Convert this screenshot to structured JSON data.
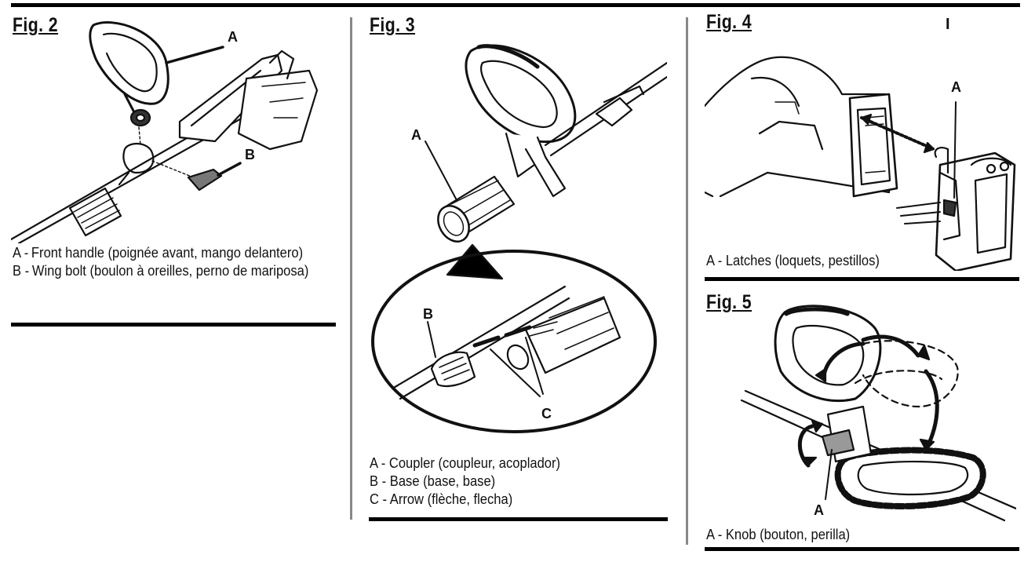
{
  "fig2": {
    "title": "Fig. 2",
    "callouts": {
      "a": "A",
      "b": "B"
    },
    "captions": [
      {
        "key": "A -",
        "text": "Front handle (poignée avant, mango delantero)"
      },
      {
        "key": "B -",
        "text": "Wing bolt (boulon à oreilles, perno de mariposa)"
      }
    ]
  },
  "fig3": {
    "title": "Fig. 3",
    "callouts": {
      "a": "A",
      "b": "B",
      "c": "C"
    },
    "captions": [
      {
        "key": "A -",
        "text": "Coupler (coupleur, acoplador)"
      },
      {
        "key": "B -",
        "text": "Base (base, base)"
      },
      {
        "key": "C -",
        "text": "Arrow (flèche, flecha)"
      }
    ]
  },
  "fig4": {
    "title": "Fig. 4",
    "marker": "I",
    "callouts": {
      "a": "A"
    },
    "caption": "A - Latches (loquets, pestillos)"
  },
  "fig5": {
    "title": "Fig. 5",
    "callouts": {
      "a": "A"
    },
    "caption": "A - Knob (bouton, perilla)"
  }
}
